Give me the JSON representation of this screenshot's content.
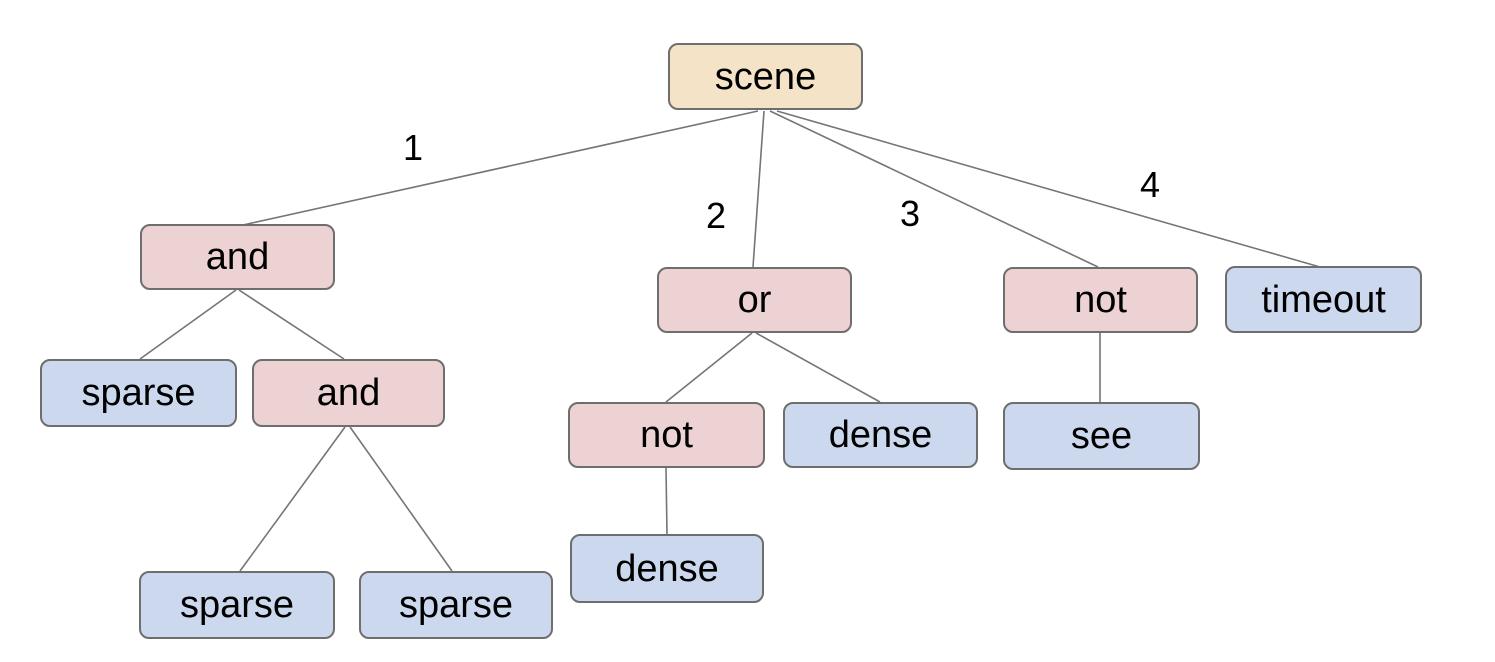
{
  "diagram": {
    "type": "tree",
    "colors": {
      "root_fill": "#f4e3c7",
      "operator_fill": "#ecd2d2",
      "leaf_fill": "#ccd8ee",
      "node_border": "#6e6e6e",
      "edge_line": "#757575",
      "text_color": "#000000",
      "canvas_bg": "#ffffff"
    },
    "nodes": {
      "scene": {
        "label": "scene",
        "kind": "root"
      },
      "and1": {
        "label": "and",
        "kind": "operator"
      },
      "or1": {
        "label": "or",
        "kind": "operator"
      },
      "not1": {
        "label": "not",
        "kind": "operator"
      },
      "timeout1": {
        "label": "timeout",
        "kind": "leaf"
      },
      "sparse1": {
        "label": "sparse",
        "kind": "leaf"
      },
      "and2": {
        "label": "and",
        "kind": "operator"
      },
      "not2": {
        "label": "not",
        "kind": "operator"
      },
      "dense1": {
        "label": "dense",
        "kind": "leaf"
      },
      "see1": {
        "label": "see",
        "kind": "leaf"
      },
      "dense2": {
        "label": "dense",
        "kind": "leaf"
      },
      "sparse2": {
        "label": "sparse",
        "kind": "leaf"
      },
      "sparse3": {
        "label": "sparse",
        "kind": "leaf"
      }
    },
    "edges": [
      {
        "from": "scene",
        "to": "and1",
        "label": "1"
      },
      {
        "from": "scene",
        "to": "or1",
        "label": "2"
      },
      {
        "from": "scene",
        "to": "not1",
        "label": "3"
      },
      {
        "from": "scene",
        "to": "timeout1",
        "label": "4"
      },
      {
        "from": "and1",
        "to": "sparse1",
        "label": ""
      },
      {
        "from": "and1",
        "to": "and2",
        "label": ""
      },
      {
        "from": "or1",
        "to": "not2",
        "label": ""
      },
      {
        "from": "or1",
        "to": "dense1",
        "label": ""
      },
      {
        "from": "not1",
        "to": "see1",
        "label": ""
      },
      {
        "from": "and2",
        "to": "sparse2",
        "label": ""
      },
      {
        "from": "and2",
        "to": "sparse3",
        "label": ""
      },
      {
        "from": "not2",
        "to": "dense2",
        "label": ""
      }
    ]
  }
}
